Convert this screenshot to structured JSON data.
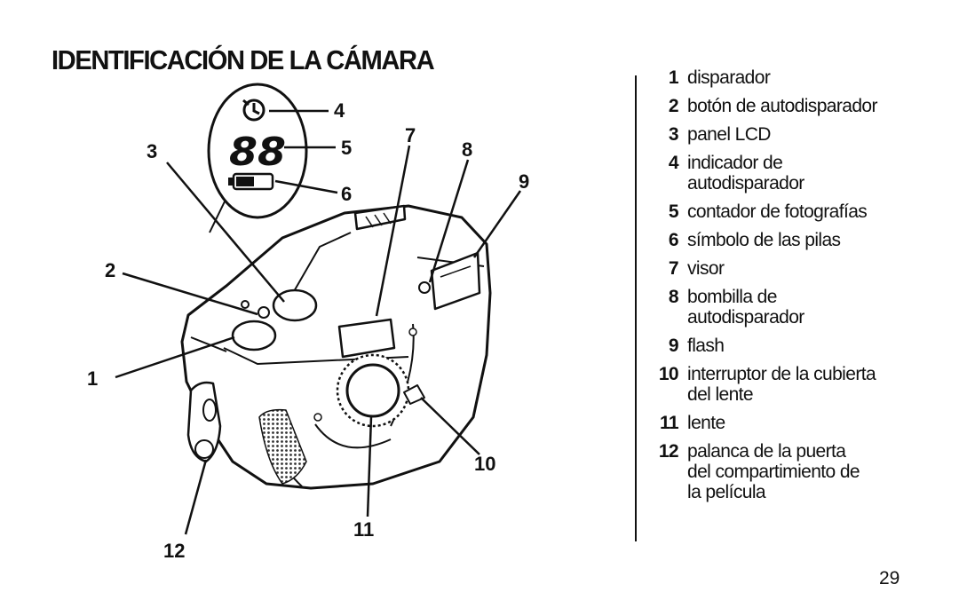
{
  "title": "IDENTIFICACIÓN DE LA CÁMARA",
  "lcd": {
    "digits": "88"
  },
  "callouts": [
    "1",
    "2",
    "3",
    "4",
    "5",
    "6",
    "7",
    "8",
    "9",
    "10",
    "11",
    "12"
  ],
  "legend": [
    {
      "num": "1",
      "text": "disparador"
    },
    {
      "num": "2",
      "text": "botón de autodisparador"
    },
    {
      "num": "3",
      "text": "panel LCD"
    },
    {
      "num": "4",
      "text": "indicador de\nautodisparador"
    },
    {
      "num": "5",
      "text": "contador de fotografías"
    },
    {
      "num": "6",
      "text": "símbolo de las pilas"
    },
    {
      "num": "7",
      "text": "visor"
    },
    {
      "num": "8",
      "text": "bombilla de\nautodisparador"
    },
    {
      "num": "9",
      "text": "flash"
    },
    {
      "num": "10",
      "text": "interruptor de la cubierta\ndel lente"
    },
    {
      "num": "11",
      "text": "lente"
    },
    {
      "num": "12",
      "text": "palanca de la puerta\ndel compartimiento de\nla película"
    }
  ],
  "page_number": "29"
}
